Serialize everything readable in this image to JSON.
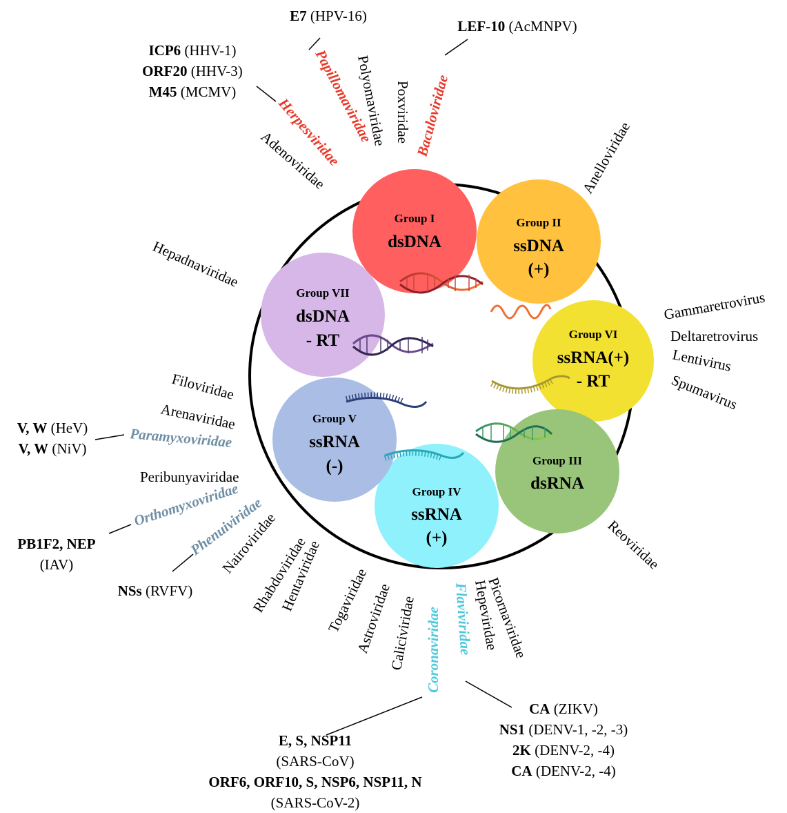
{
  "colors": {
    "dna_highlight": "#e8392a",
    "coronaflavi_highlight": "#4cc9dd",
    "negrna_highlight": "#6e8fa6",
    "circle_stroke": "#000000"
  },
  "groups": [
    {
      "id": "I",
      "title": "Group I",
      "lines": [
        "dsDNA"
      ],
      "color": "#ff5f5f"
    },
    {
      "id": "II",
      "title": "Group II",
      "lines": [
        "ssDNA",
        "(+)"
      ],
      "color": "#ffc13e"
    },
    {
      "id": "VI",
      "title": "Group VI",
      "lines": [
        "ssRNA(+)",
        "- RT"
      ],
      "color": "#f2e130"
    },
    {
      "id": "III",
      "title": "Group III",
      "lines": [
        "dsRNA"
      ],
      "color": "#98c57a"
    },
    {
      "id": "IV",
      "title": "Group IV",
      "lines": [
        "ssRNA",
        "(+)"
      ],
      "color": "#8ff1fb"
    },
    {
      "id": "V",
      "title": "Group V",
      "lines": [
        "ssRNA",
        "(-)"
      ],
      "color": "#a9bde5"
    },
    {
      "id": "VII",
      "title": "Group VII",
      "lines": [
        "dsDNA",
        "- RT"
      ],
      "color": "#d6b7e8"
    }
  ],
  "families": [
    {
      "label": "Adenoviridae",
      "highlight": ""
    },
    {
      "label": "Herpesviridae",
      "highlight": "dna"
    },
    {
      "label": "Papillomaviridae",
      "highlight": "dna"
    },
    {
      "label": "Polyomaviridae",
      "highlight": ""
    },
    {
      "label": "Poxviridae",
      "highlight": ""
    },
    {
      "label": "Baculoviridae",
      "highlight": "dna"
    },
    {
      "label": "Anelloviridae",
      "highlight": ""
    },
    {
      "label": "Gammaretrovirus",
      "highlight": ""
    },
    {
      "label": "Deltaretrovirus",
      "highlight": ""
    },
    {
      "label": "Lentivirus",
      "highlight": ""
    },
    {
      "label": "Spumavirus",
      "highlight": ""
    },
    {
      "label": "Reoviridae",
      "highlight": ""
    },
    {
      "label": "Picornaviridae",
      "highlight": ""
    },
    {
      "label": "Hepeviridae",
      "highlight": ""
    },
    {
      "label": "Flaviviridae",
      "highlight": "coronaflavi"
    },
    {
      "label": "Coronaviridae",
      "highlight": "coronaflavi"
    },
    {
      "label": "Caliciviridae",
      "highlight": ""
    },
    {
      "label": "Astroviridae",
      "highlight": ""
    },
    {
      "label": "Togaviridae",
      "highlight": ""
    },
    {
      "label": "Hentaviridae",
      "highlight": ""
    },
    {
      "label": "Rhabdoviridae",
      "highlight": ""
    },
    {
      "label": "Nairoviridae",
      "highlight": ""
    },
    {
      "label": "Phenuiviridae",
      "highlight": "negrna"
    },
    {
      "label": "Orthomyxoviridae",
      "highlight": "negrna"
    },
    {
      "label": "Peribunyaviridae",
      "highlight": ""
    },
    {
      "label": "Paramyxoviridae",
      "highlight": "negrna"
    },
    {
      "label": "Arenaviridae",
      "highlight": ""
    },
    {
      "label": "Filoviridae",
      "highlight": ""
    },
    {
      "label": "Hepadnaviridae",
      "highlight": ""
    }
  ],
  "annotations": [
    {
      "name": "e7",
      "lines": [
        [
          {
            "t": "E7",
            "b": true
          },
          {
            "t": " (HPV-16)",
            "b": false
          }
        ]
      ]
    },
    {
      "name": "lef10",
      "lines": [
        [
          {
            "t": "LEF-10",
            "b": true
          },
          {
            "t": " (AcMNPV)",
            "b": false
          }
        ]
      ]
    },
    {
      "name": "herpes",
      "lines": [
        [
          {
            "t": "ICP6",
            "b": true
          },
          {
            "t": " (HHV-1)",
            "b": false
          }
        ],
        [
          {
            "t": "ORF20",
            "b": true
          },
          {
            "t": " (HHV-3)",
            "b": false
          }
        ],
        [
          {
            "t": "M45",
            "b": true
          },
          {
            "t": " (MCMV)",
            "b": false
          }
        ]
      ]
    },
    {
      "name": "paramyxo",
      "lines": [
        [
          {
            "t": "V, W",
            "b": true
          },
          {
            "t": " (HeV)",
            "b": false
          }
        ],
        [
          {
            "t": "V, W",
            "b": true
          },
          {
            "t": " (NiV)",
            "b": false
          }
        ]
      ]
    },
    {
      "name": "orthomyxo",
      "lines": [
        [
          {
            "t": "PB1F2, NEP",
            "b": true
          }
        ],
        [
          {
            "t": "(IAV)",
            "b": false
          }
        ]
      ]
    },
    {
      "name": "phenui",
      "lines": [
        [
          {
            "t": "NSs",
            "b": true
          },
          {
            "t": " (RVFV)",
            "b": false
          }
        ]
      ]
    },
    {
      "name": "corona",
      "lines": [
        [
          {
            "t": "E, S, NSP11",
            "b": true
          }
        ],
        [
          {
            "t": "(SARS-CoV)",
            "b": false
          }
        ],
        [
          {
            "t": "ORF6, ORF10, S, NSP6, NSP11, N",
            "b": true
          }
        ],
        [
          {
            "t": "(SARS-CoV-2)",
            "b": false
          }
        ]
      ]
    },
    {
      "name": "flavi",
      "lines": [
        [
          {
            "t": "CA",
            "b": true
          },
          {
            "t": " (ZIKV)",
            "b": false
          }
        ],
        [
          {
            "t": "NS1",
            "b": true
          },
          {
            "t": " (DENV-1, -2, -3)",
            "b": false
          }
        ],
        [
          {
            "t": "2K",
            "b": true
          },
          {
            "t": " (DENV-2, -4)",
            "b": false
          }
        ],
        [
          {
            "t": "CA",
            "b": true
          },
          {
            "t": " (DENV-2, -4)",
            "b": false
          }
        ]
      ]
    }
  ]
}
